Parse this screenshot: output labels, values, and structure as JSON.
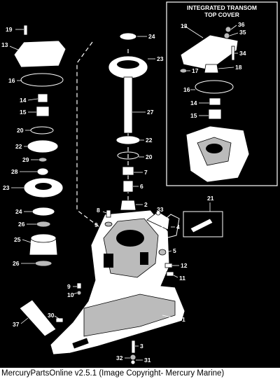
{
  "inset": {
    "title_line1": "INTEGRATED TRANSOM",
    "title_line2": "TOP COVER"
  },
  "callouts": {
    "c19": "19",
    "c13": "13",
    "c16": "16",
    "c14": "14",
    "c15": "15",
    "c20a": "20",
    "c22a": "22",
    "c29": "29",
    "c28": "28",
    "c23a": "23",
    "c24a": "24",
    "c26a": "26",
    "c25": "25",
    "c26b": "26",
    "c24b": "24",
    "c23b": "23",
    "c27": "27",
    "c22b": "22",
    "c20b": "20",
    "c7": "7",
    "c6": "6",
    "c2": "2",
    "c8": "8",
    "c9a": "9",
    "c33": "33",
    "c21": "21",
    "c4": "4",
    "c5": "5",
    "c12": "12",
    "c11": "11",
    "c9b": "9",
    "c10": "10",
    "c1": "1",
    "c30": "30",
    "c37": "37",
    "c3": "3",
    "c32": "32",
    "c31": "31",
    "i13": "13",
    "i36": "36",
    "i35": "35",
    "i34": "34",
    "i17": "17",
    "i18": "18",
    "i16": "16",
    "i14": "14",
    "i15": "15"
  },
  "caption": "MercuryPartsOnline v2.5.1 (Image Copyright- Mercury Marine)"
}
